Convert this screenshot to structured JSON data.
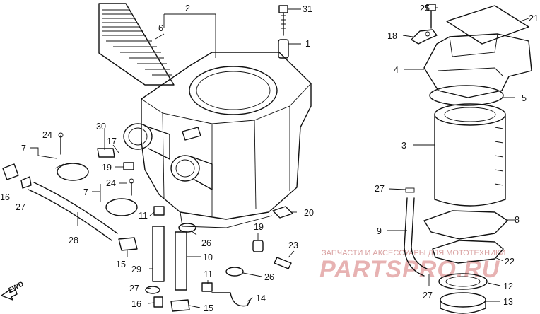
{
  "callouts": [
    {
      "id": "p2",
      "text": "2"
    },
    {
      "id": "p31",
      "text": "31"
    },
    {
      "id": "p6",
      "text": "6"
    },
    {
      "id": "p1",
      "text": "1"
    },
    {
      "id": "p25",
      "text": "25"
    },
    {
      "id": "p21",
      "text": "21"
    },
    {
      "id": "p18",
      "text": "18"
    },
    {
      "id": "p4",
      "text": "4"
    },
    {
      "id": "p5",
      "text": "5"
    },
    {
      "id": "p3",
      "text": "3"
    },
    {
      "id": "p30",
      "text": "30"
    },
    {
      "id": "p17",
      "text": "17"
    },
    {
      "id": "p24a",
      "text": "24"
    },
    {
      "id": "p7a",
      "text": "7"
    },
    {
      "id": "p19a",
      "text": "19"
    },
    {
      "id": "p16a",
      "text": "16"
    },
    {
      "id": "p27a",
      "text": "27"
    },
    {
      "id": "p24b",
      "text": "24"
    },
    {
      "id": "p7b",
      "text": "7"
    },
    {
      "id": "p27b",
      "text": "27"
    },
    {
      "id": "p11a",
      "text": "11"
    },
    {
      "id": "p20",
      "text": "20"
    },
    {
      "id": "p8",
      "text": "8"
    },
    {
      "id": "p28",
      "text": "28"
    },
    {
      "id": "p26a",
      "text": "26"
    },
    {
      "id": "p19b",
      "text": "19"
    },
    {
      "id": "p9",
      "text": "9"
    },
    {
      "id": "p15a",
      "text": "15"
    },
    {
      "id": "p10",
      "text": "10"
    },
    {
      "id": "p23",
      "text": "23"
    },
    {
      "id": "p22",
      "text": "22"
    },
    {
      "id": "p29",
      "text": "29"
    },
    {
      "id": "p11b",
      "text": "11"
    },
    {
      "id": "p26b",
      "text": "26"
    },
    {
      "id": "p27c",
      "text": "27"
    },
    {
      "id": "p27d",
      "text": "27"
    },
    {
      "id": "p12",
      "text": "12"
    },
    {
      "id": "p14",
      "text": "14"
    },
    {
      "id": "p16b",
      "text": "16"
    },
    {
      "id": "p15b",
      "text": "15"
    },
    {
      "id": "p13",
      "text": "13"
    }
  ],
  "direction_marker": "FWD",
  "watermark": {
    "caption": "ЗАПЧАСТИ И АКСЕССУАРЫ ДЛЯ МОТОТЕХНИКИ",
    "brand": "PARTSPRO.RU"
  }
}
